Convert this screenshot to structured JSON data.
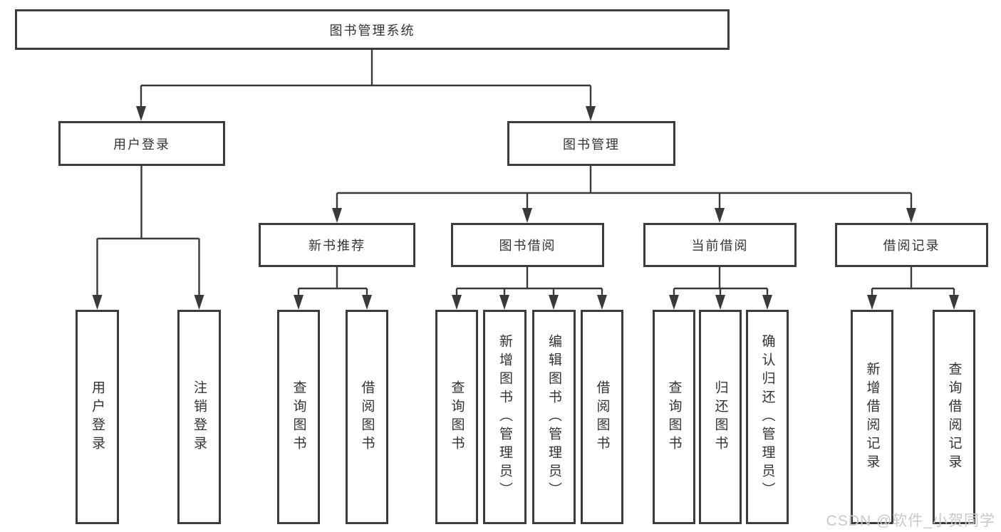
{
  "diagram": {
    "title_node": "图书管理系统",
    "root": {
      "label": "图书管理系统"
    },
    "level2": [
      {
        "label": "用户登录"
      },
      {
        "label": "图书管理"
      }
    ],
    "level3": [
      {
        "label": "新书推荐"
      },
      {
        "label": "图书借阅"
      },
      {
        "label": "当前借阅"
      },
      {
        "label": "借阅记录"
      }
    ],
    "leaves": {
      "user_login": [
        "用户登录",
        "注销登录"
      ],
      "new_book_recommendation": [
        "查询图书",
        "借阅图书"
      ],
      "book_borrowing": [
        "查询图书",
        "新增图书（管理员）",
        "编辑图书（管理员）",
        "借阅图书"
      ],
      "current_borrowing": [
        "查询图书",
        "归还图书",
        "确认归还（管理员）"
      ],
      "borrowing_records": [
        "新增借阅记录",
        "查询借阅记录"
      ]
    },
    "colors": {
      "line": "#3a3a3a",
      "border": "#3c3c3c",
      "text": "#333333",
      "watermark": "#c9c9c9"
    }
  },
  "watermark": {
    "text": "CSDN @软件_小贺同学"
  }
}
